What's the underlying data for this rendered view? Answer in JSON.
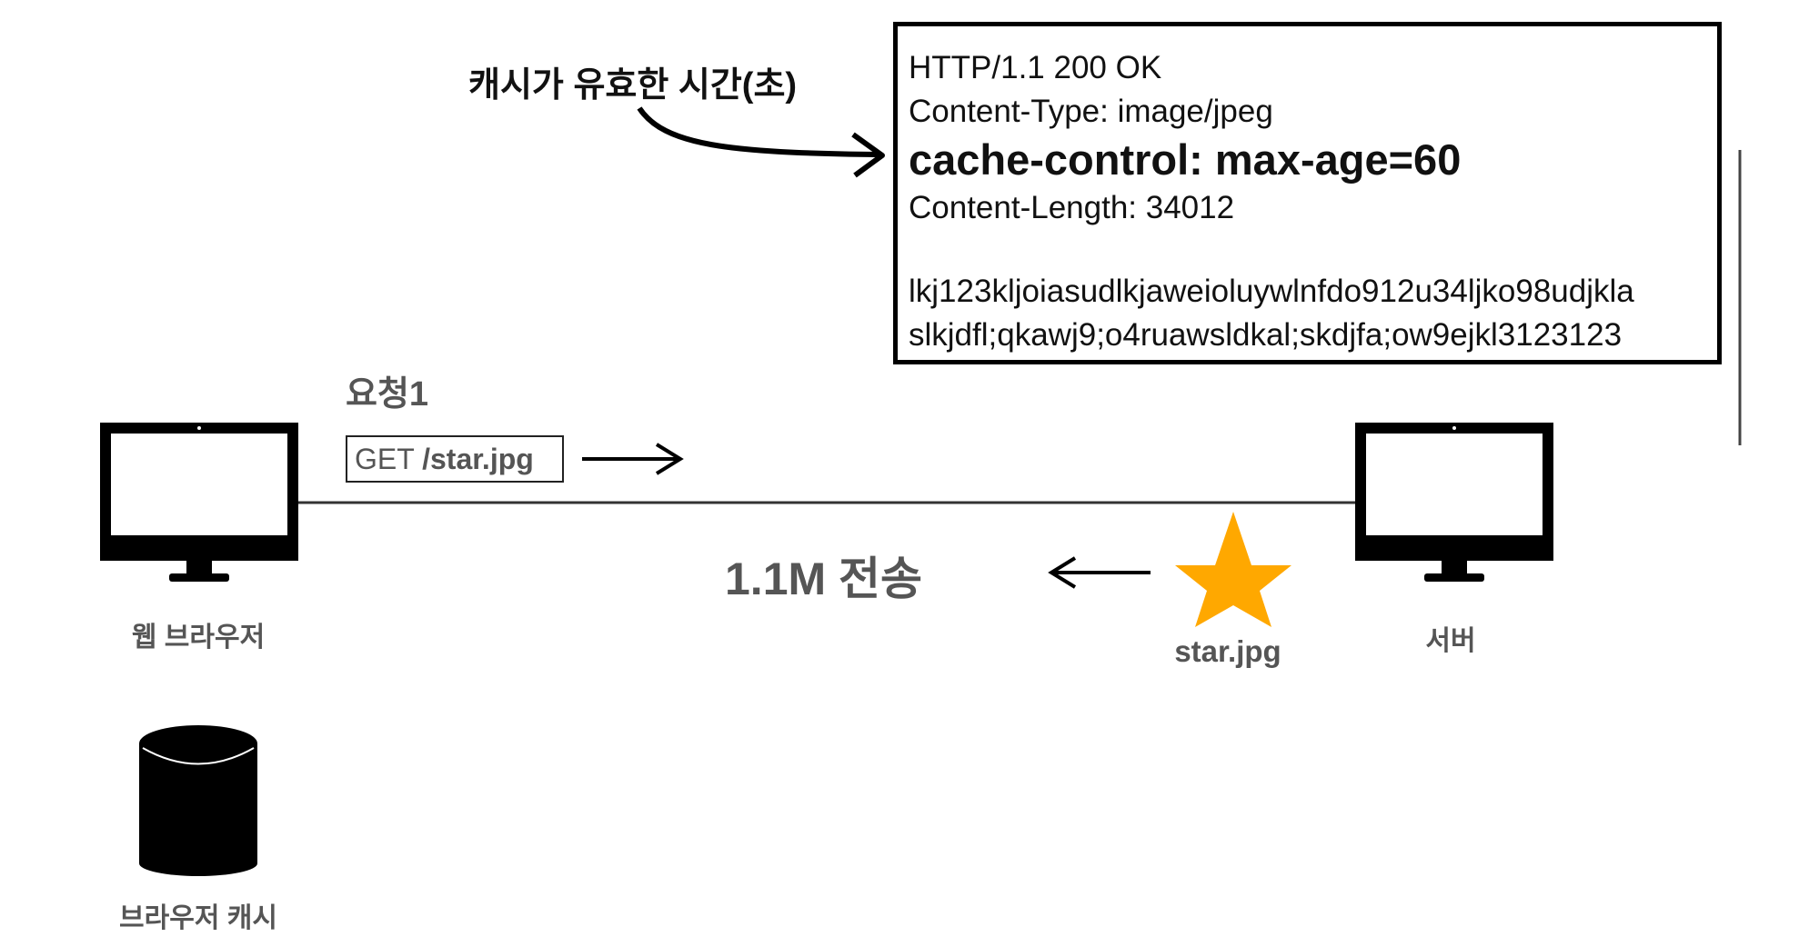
{
  "response": {
    "status_line": "HTTP/1.1 200 OK",
    "content_type": "Content-Type: image/jpeg",
    "cache_control": "cache-control: max-age=60",
    "content_length": "Content-Length: 34012",
    "body_line1": "lkj123kljoiasudlkjaweioluywlnfdo912u34ljko98udjkla",
    "body_line2": "slkjdfl;qkawj9;o4ruawsldkal;skdjfa;ow9ejkl3123123"
  },
  "annotation": {
    "cache_valid_time": "캐시가 유효한 시간(초)"
  },
  "request": {
    "label": "요청1",
    "method": "GET",
    "path": "/star.jpg"
  },
  "transfer": {
    "label": "1.1M 전송"
  },
  "nodes": {
    "browser": "웹 브라우저",
    "server": "서버",
    "resource": "star.jpg",
    "browser_cache": "브라우저 캐시"
  },
  "colors": {
    "star": "#FFA800",
    "ink": "#000000",
    "label_gray": "#555555"
  },
  "icons": {
    "browser": "monitor-icon",
    "server": "monitor-icon",
    "resource": "star-icon",
    "cache": "database-cylinder-icon"
  }
}
